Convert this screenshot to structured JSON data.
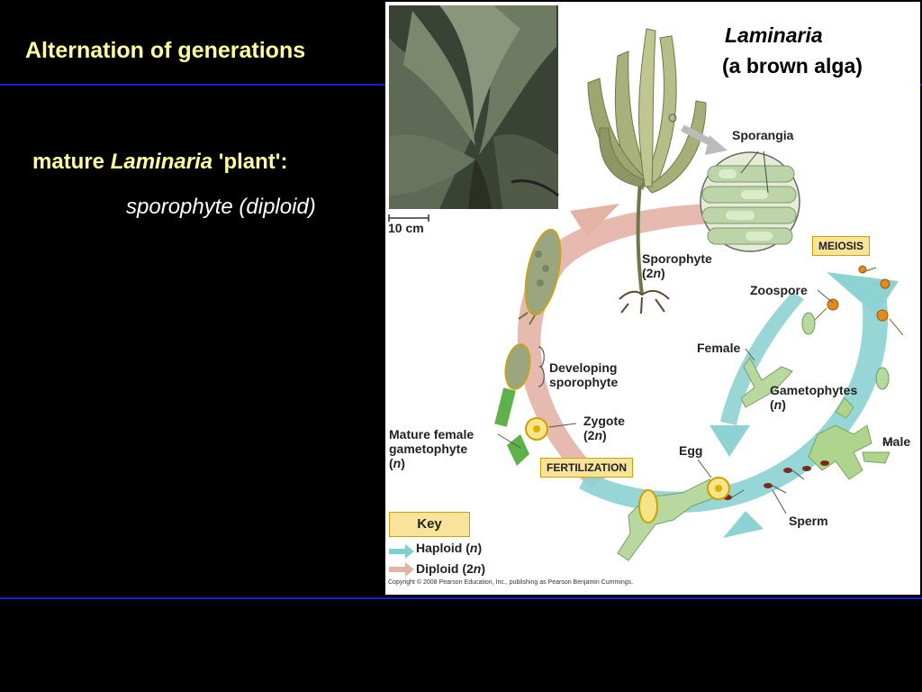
{
  "slide": {
    "title": "Alternation of generations",
    "subtitle_prefix": "mature ",
    "subtitle_italic": "Laminaria",
    "subtitle_suffix": " 'plant':",
    "subtitle_line2": "sporophyte (diploid)"
  },
  "figure": {
    "species": "Laminaria",
    "species_note": "(a brown alga)",
    "scale_label": "10 cm",
    "labels": {
      "sporangia": "Sporangia",
      "meiosis": "MEIOSIS",
      "sporophyte": "Sporophyte",
      "sporophyte_ploidy_pre": "(2",
      "sporophyte_ploidy_n": "n",
      "sporophyte_ploidy_post": ")",
      "zoospore": "Zoospore",
      "female": "Female",
      "gametophytes": "Gametophytes",
      "gametophytes_ploidy_pre": "(",
      "gametophytes_ploidy_n": "n",
      "gametophytes_ploidy_post": ")",
      "male": "Male",
      "developing_1": "Developing",
      "developing_2": "sporophyte",
      "zygote": "Zygote",
      "zygote_ploidy_pre": "(2",
      "zygote_ploidy_n": "n",
      "zygote_ploidy_post": ")",
      "mature_female_1": "Mature female",
      "mature_female_2": "gametophyte",
      "mature_female_3_pre": "(",
      "mature_female_3_n": "n",
      "mature_female_3_post": ")",
      "egg": "Egg",
      "fertilization": "FERTILIZATION",
      "sperm": "Sperm"
    },
    "key": {
      "title": "Key",
      "haploid_pre": "Haploid (",
      "haploid_n": "n",
      "haploid_post": ")",
      "diploid_pre": "Diploid (2",
      "diploid_n": "n",
      "diploid_post": ")"
    },
    "copyright": "Copyright © 2008 Pearson Education, Inc., publishing as Pearson Benjamin Cummings.",
    "colors": {
      "haploid": "#7fcfcf",
      "diploid": "#e3b3a6",
      "label_box": "#f7e39a",
      "rule": "#1a1ad8",
      "title_text": "#ffff99"
    }
  }
}
